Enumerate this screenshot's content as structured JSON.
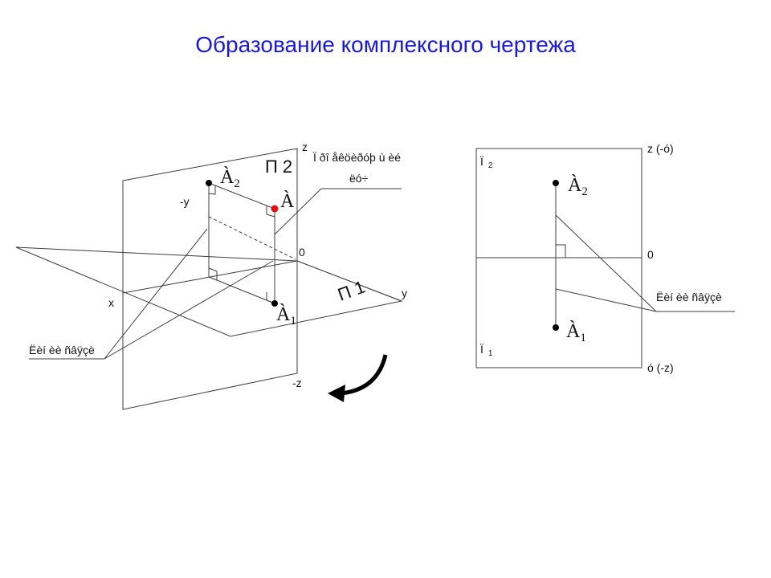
{
  "title": "Образование комплексного чертежа",
  "colors": {
    "title": "#1a1ad6",
    "point_a": "#e01010",
    "lines": "#3d3d3d"
  },
  "left": {
    "axis_z": "z",
    "axis_neg_y": "-y",
    "axis_x": "x",
    "axis_y": "y",
    "axis_neg_z": "-z",
    "origin": "0",
    "plane_p2": "П 2",
    "plane_p1": "П 1",
    "label_proj_1": "Ï ðî åêöèðóþ ù èé",
    "label_proj_2": "ëó÷",
    "label_comm": "Ëèí èè ñâÿçè",
    "point_a": "À",
    "point_a2": "À",
    "point_a2_sub": "2",
    "point_a1": "À",
    "point_a1_sub": "1"
  },
  "right": {
    "plane_p2_letter": "Ï",
    "plane_p2_sub": "2",
    "plane_p1_letter": "Ï",
    "plane_p1_sub": "1",
    "axis_top": "z (-ó)",
    "axis_bottom": "ó (-z)",
    "origin": "0",
    "label_comm": "Ëèí èè ñâÿçè",
    "point_a2": "À",
    "point_a2_sub": "2",
    "point_a1": "À",
    "point_a1_sub": "1"
  }
}
